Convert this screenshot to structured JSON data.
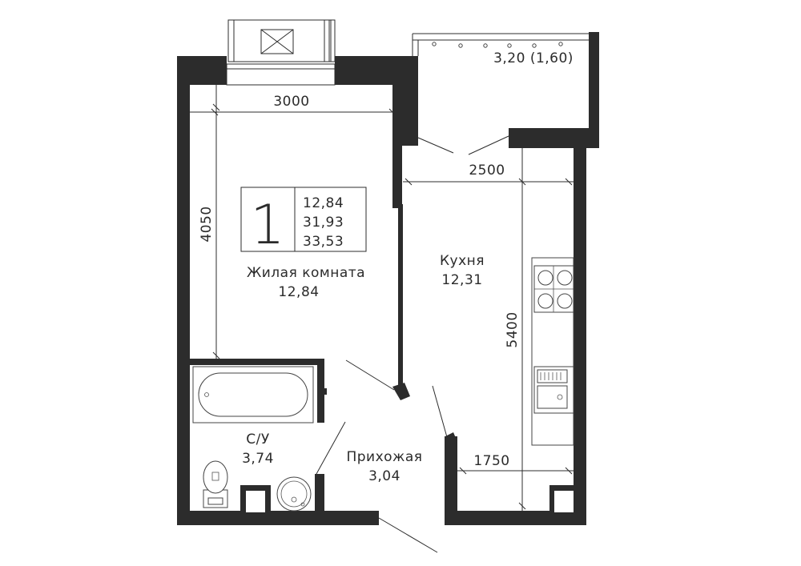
{
  "badge": {
    "rooms": "1",
    "areas": [
      "12,84",
      "31,93",
      "33,53"
    ]
  },
  "rooms": {
    "living": {
      "name": "Жилая комната",
      "area": "12,84"
    },
    "kitchen": {
      "name": "Кухня",
      "area": "12,31"
    },
    "bathroom": {
      "name": "С/У",
      "area": "3,74"
    },
    "hallway": {
      "name": "Прихожая",
      "area": "3,04"
    },
    "balcony": {
      "area": "3,20 (1,60)"
    }
  },
  "dimensions": {
    "living_width": "3000",
    "living_depth": "4050",
    "kitchen_width": "2500",
    "kitchen_depth": "5400",
    "hall_width": "1750"
  },
  "colors": {
    "wall": "#2c2c2c",
    "line": "#2c2c2c",
    "background": "#ffffff"
  }
}
